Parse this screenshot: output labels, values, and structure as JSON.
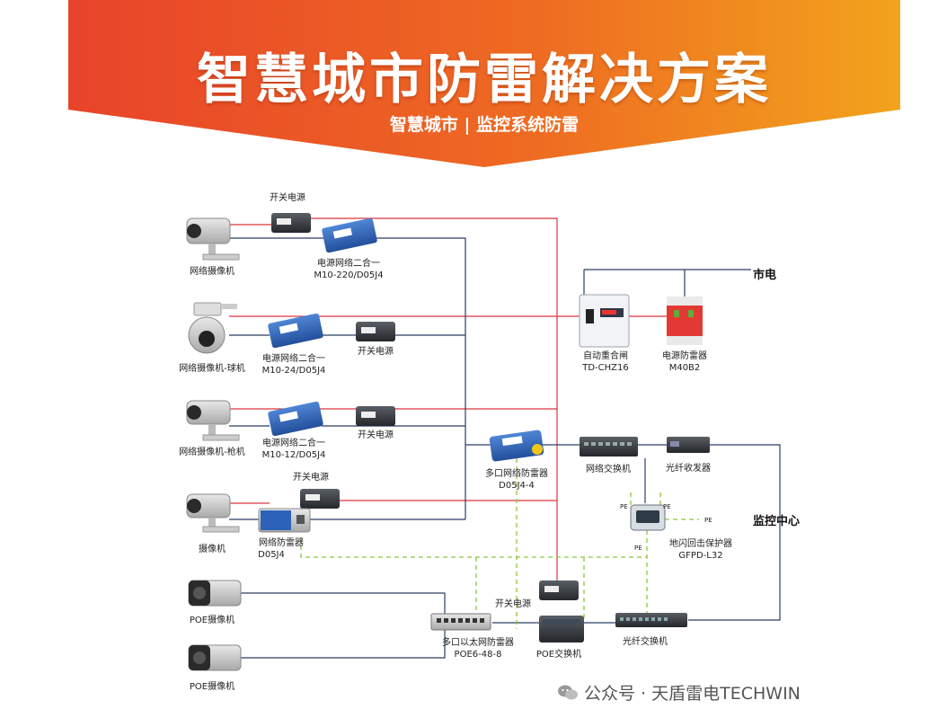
{
  "header": {
    "title": "智慧城市防雷解决方案",
    "subtitle": "智慧城市 | 监控系统防雷"
  },
  "labels": {
    "cam1": "网络摄像机",
    "sw1": "开关电源",
    "spd1_name": "电源网络二合一",
    "spd1_model": "M10-220/D05J4",
    "cam2": "网络摄像机-球机",
    "spd2_name": "电源网络二合一",
    "spd2_model": "M10-24/D05J4",
    "sw2": "开关电源",
    "cam3": "网络摄像机-枪机",
    "spd3_name": "电源网络二合一",
    "spd3_model": "M10-12/D05J4",
    "sw3": "开关电源",
    "cam4": "摄像机",
    "sw4": "开关电源",
    "spd4_name": "网络防雷器",
    "spd4_model": "D05J4",
    "poe_cam1": "POE摄像机",
    "poe_cam2": "POE摄像机",
    "multi_spd_name": "多口网络防雷器",
    "multi_spd_model": "D05J4-4",
    "net_switch": "网络交换机",
    "fiber_tx": "光纤收发器",
    "auto_switch_name": "自动重合闸",
    "auto_switch_model": "TD-CHZ16",
    "power_spd_name": "电源防雷器",
    "power_spd_model": "M40B2",
    "mains": "市电",
    "monitor_center": "监控中心",
    "ground_name": "地闪回击保护器",
    "ground_model": "GFPD-L32",
    "pe": "PE",
    "poe_spd_name": "多口以太网防雷器",
    "poe_spd_model": "POE6-48-8",
    "sw5": "开关电源",
    "poe_switch": "POE交换机",
    "fiber_switch": "光纤交换机"
  },
  "watermark": "公众号 · 天盾雷电TECHWIN",
  "colors": {
    "banner_start": "#e8432a",
    "banner_end": "#f2a31c",
    "power_line": "#d9363e",
    "network_line": "#2a3f66",
    "ground_line": "#8cc63f",
    "device_blue": "#2c62b8"
  }
}
